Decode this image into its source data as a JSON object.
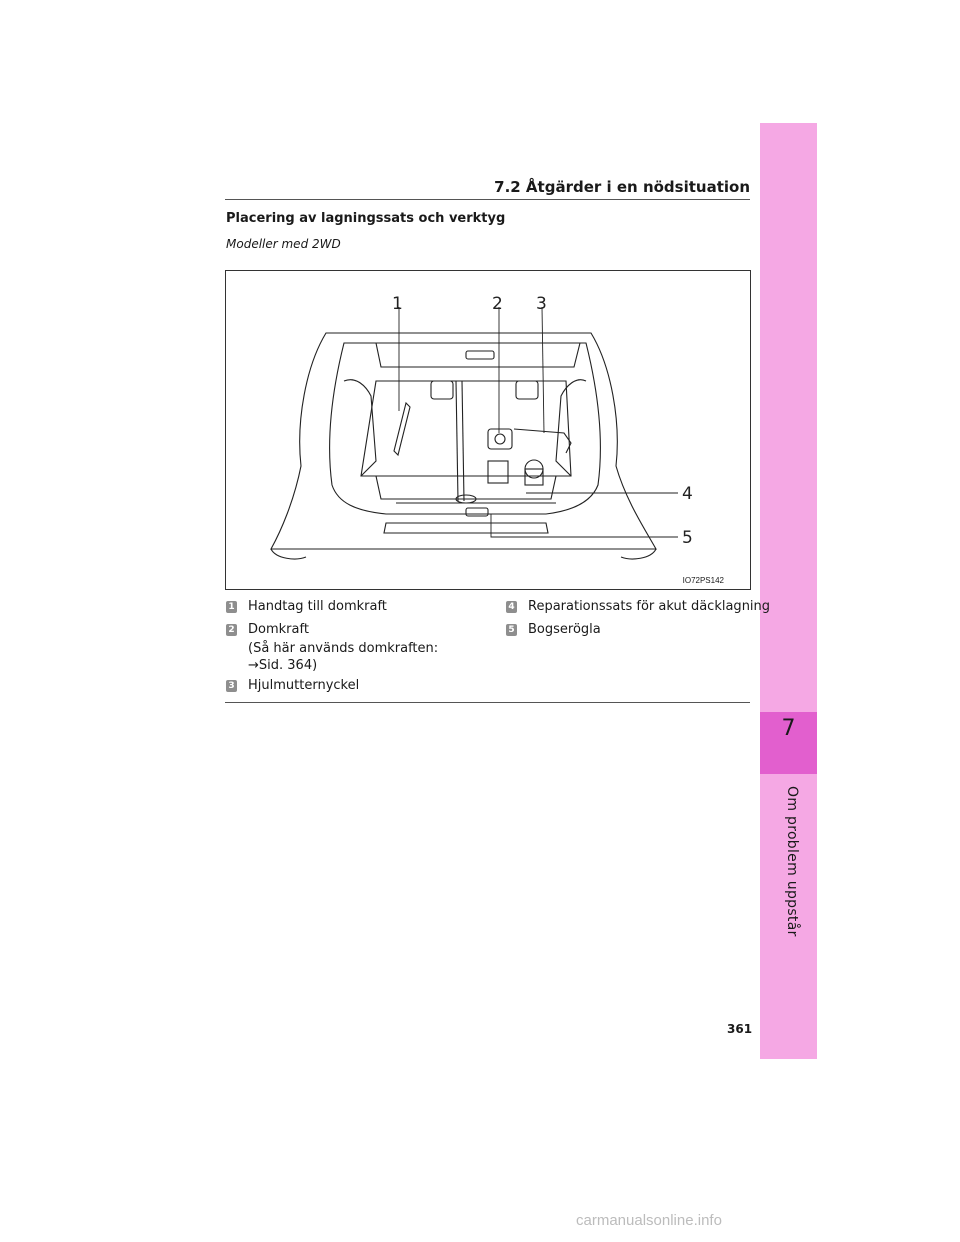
{
  "header": {
    "section": "7.2  Åtgärder i en nödsituation"
  },
  "content": {
    "heading": "Placering av lagningssats och verktyg",
    "subheading": "Modeller med 2WD",
    "figure": {
      "code": "IO72PS142",
      "callouts": [
        "1",
        "2",
        "3",
        "4",
        "5"
      ]
    },
    "legend": [
      {
        "num": "1",
        "text": "Handtag till domkraft"
      },
      {
        "num": "2",
        "text": "Domkraft",
        "extra_line1": "(Så här används domkraften:",
        "extra_line2": "→Sid. 364)"
      },
      {
        "num": "3",
        "text": "Hjulmutternyckel"
      },
      {
        "num": "4",
        "text": "Reparationssats för akut däcklagning"
      },
      {
        "num": "5",
        "text": "Bogserögla"
      }
    ]
  },
  "side_tab": {
    "chapter_number": "7",
    "chapter_title": "Om problem uppstår",
    "color": "#f5a8e4",
    "active_color": "#e25fce"
  },
  "page_number": "361",
  "watermark": "carmanualsonline.info"
}
